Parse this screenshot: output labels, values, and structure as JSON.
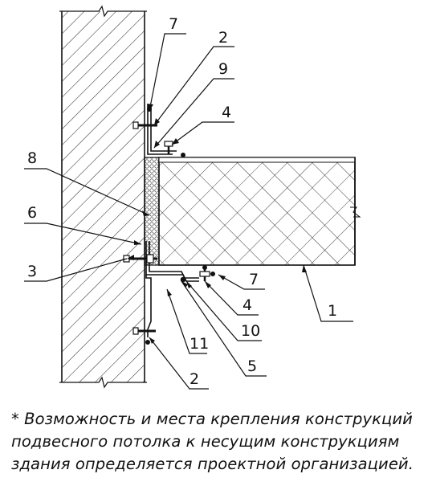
{
  "callouts": {
    "c7_top": "7",
    "c2_top": "2",
    "c9": "9",
    "c4_top": "4",
    "c8": "8",
    "c6": "6",
    "c3": "3",
    "c7_mid": "7",
    "c4_mid": "4",
    "c1": "1",
    "c10": "10",
    "c11": "11",
    "c5": "5",
    "c2_bottom": "2"
  },
  "note": {
    "line1": "* Возможность и места крепления конструкций",
    "line2": "подвесного потолка к несущим конструкциям",
    "line3": "здания определяется проектной организацией."
  }
}
